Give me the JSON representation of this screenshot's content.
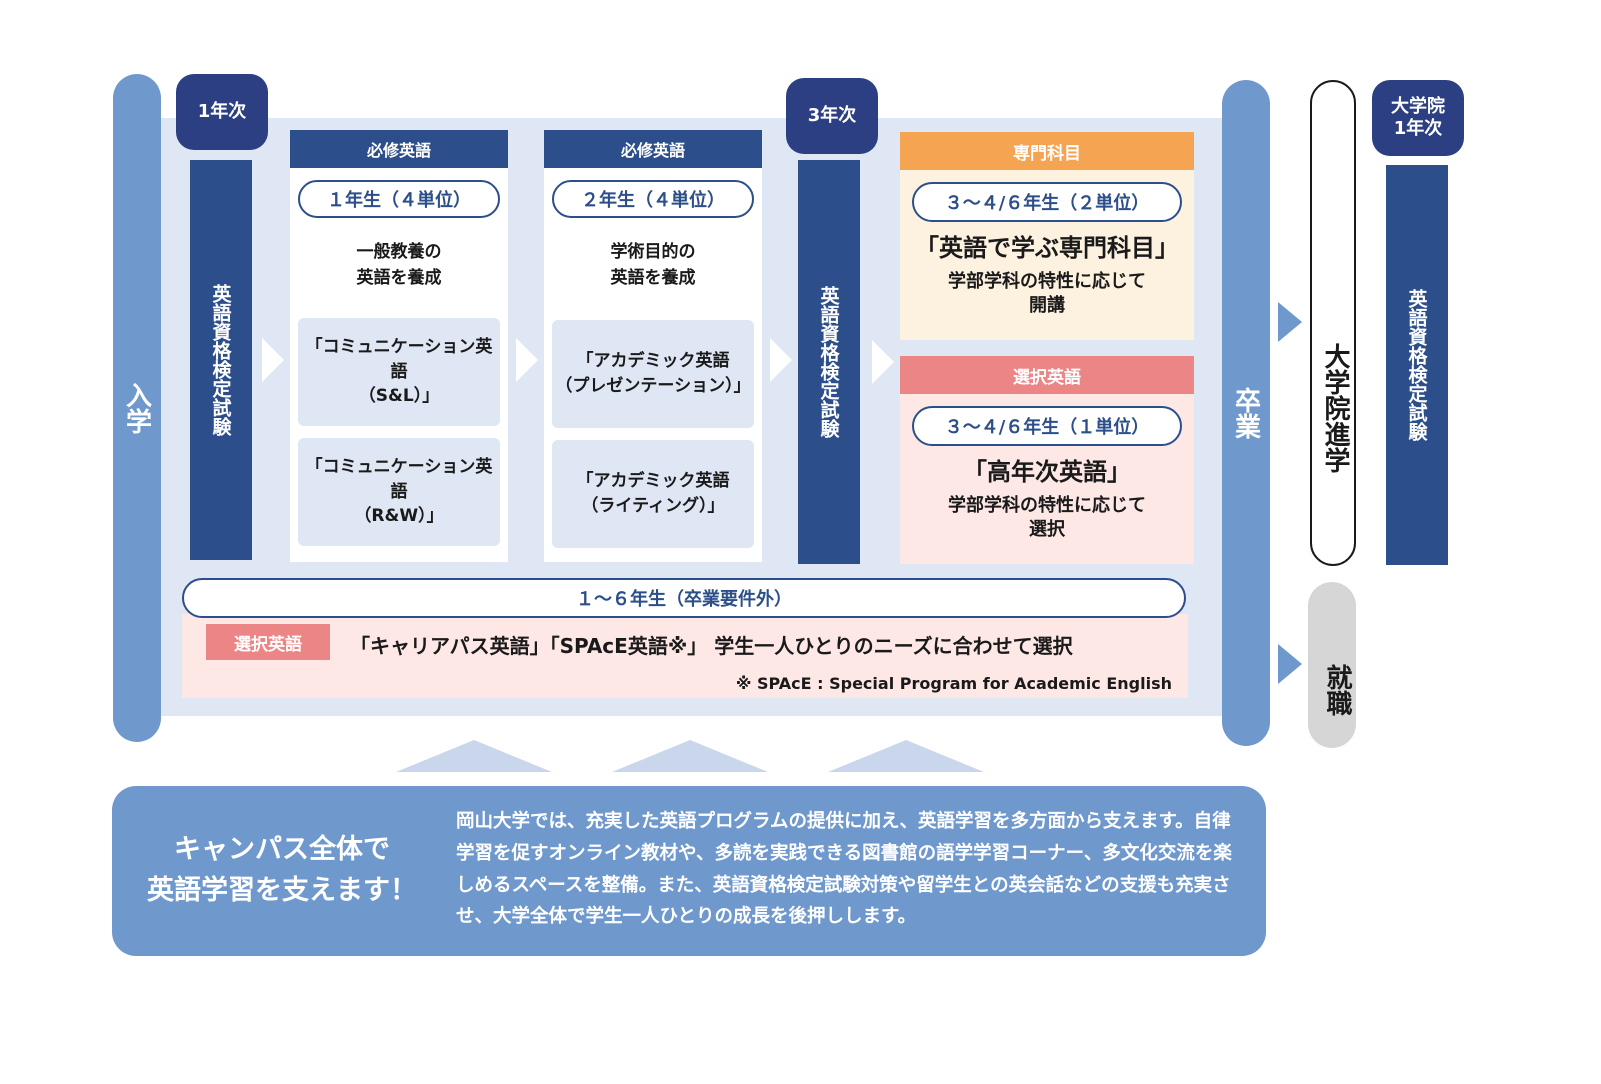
{
  "entrance": {
    "label": "入学"
  },
  "graduation": {
    "label": "卒業"
  },
  "year1_badge": "1年次",
  "year3_badge": "3年次",
  "grad_badge": "大学院\n1年次",
  "exam_label": "英語資格検定試験",
  "col1": {
    "header": "必修英語",
    "pill": "１年生（４単位）",
    "desc": "一般教養の\n英語を養成",
    "courses": [
      "「コミュニケーション英語\n（S&L）」",
      "「コミュニケーション英語\n（R&W）」"
    ]
  },
  "col2": {
    "header": "必修英語",
    "pill": "２年生（４単位）",
    "desc": "学術目的の\n英語を養成",
    "courses": [
      "「アカデミック英語\n（プレゼンテーション）」",
      "「アカデミック英語\n（ライティング）」"
    ]
  },
  "specialty": {
    "header": "専門科目",
    "pill": "３～４/６年生（２単位）",
    "title": "「英語で学ぶ専門科目」",
    "desc": "学部学科の特性に応じて\n開講"
  },
  "elective_upper": {
    "header": "選択英語",
    "pill": "３～４/６年生（１単位）",
    "title": "「高年次英語」",
    "desc": "学部学科の特性に応じて\n選択"
  },
  "all_years": {
    "pill": "１～６年生（卒業要件外）",
    "tag": "選択英語",
    "text": "「キャリアパス英語」「SPAcE英語※」 学生一人ひとりのニーズに合わせて選択",
    "note": "※ SPAcE : Special Program for Academic English"
  },
  "grad_school": {
    "label": "大学院進学"
  },
  "employment": {
    "label": "就職"
  },
  "campus": {
    "heading": "キャンパス全体で\n英語学習を支えます！",
    "body": "岡山大学では、充実した英語プログラムの提供に加え、英語学習を多方面から支えます。自律学習を促すオンライン教材や、多読を実践できる図書館の語学学習コーナー、多文化交流を楽しめるスペースを整備。また、英語資格検定試験対策や留学生との英会話などの支援も充実させ、大学全体で学生一人ひとりの成長を後押しします。"
  },
  "colors": {
    "navy": "#2c4e8a",
    "light_blue": "#6f98cd",
    "panel": "#dfe6f4",
    "orange": "#f5a452",
    "pink": "#ec8585",
    "cream": "#fdf1e0",
    "pale_pink": "#fde8e6"
  }
}
